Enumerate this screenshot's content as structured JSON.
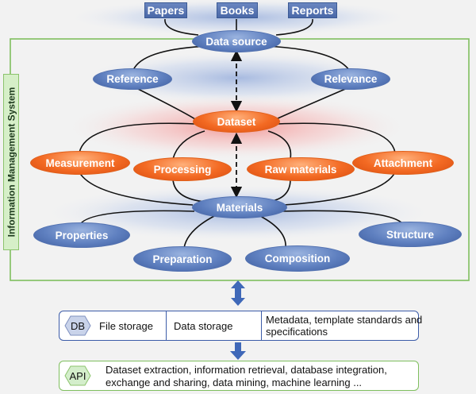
{
  "sources": [
    "Papers",
    "Books",
    "Reports"
  ],
  "nodes": {
    "data_source": "Data source",
    "reference": "Reference",
    "relevance": "Relevance",
    "dataset": "Dataset",
    "measurement": "Measurement",
    "processing": "Processing",
    "raw_materials": "Raw materials",
    "attachment": "Attachment",
    "materials": "Materials",
    "properties": "Properties",
    "preparation": "Preparation",
    "composition": "Composition",
    "structure": "Structure"
  },
  "system_label": "Information Management System",
  "storage": {
    "badge": "DB",
    "file_storage": "File storage",
    "data_storage": "Data storage",
    "metadata": "Metadata, template standards and specifications"
  },
  "api": {
    "badge": "API",
    "text": "Dataset extraction, information retrieval, database integration, exchange and sharing, data mining, machine learning ..."
  },
  "colors": {
    "blue_node": "#5f80c0",
    "orange_node": "#f36a23",
    "frame_green": "#7fbf5e",
    "arrow_blue": "#3f68b8"
  }
}
